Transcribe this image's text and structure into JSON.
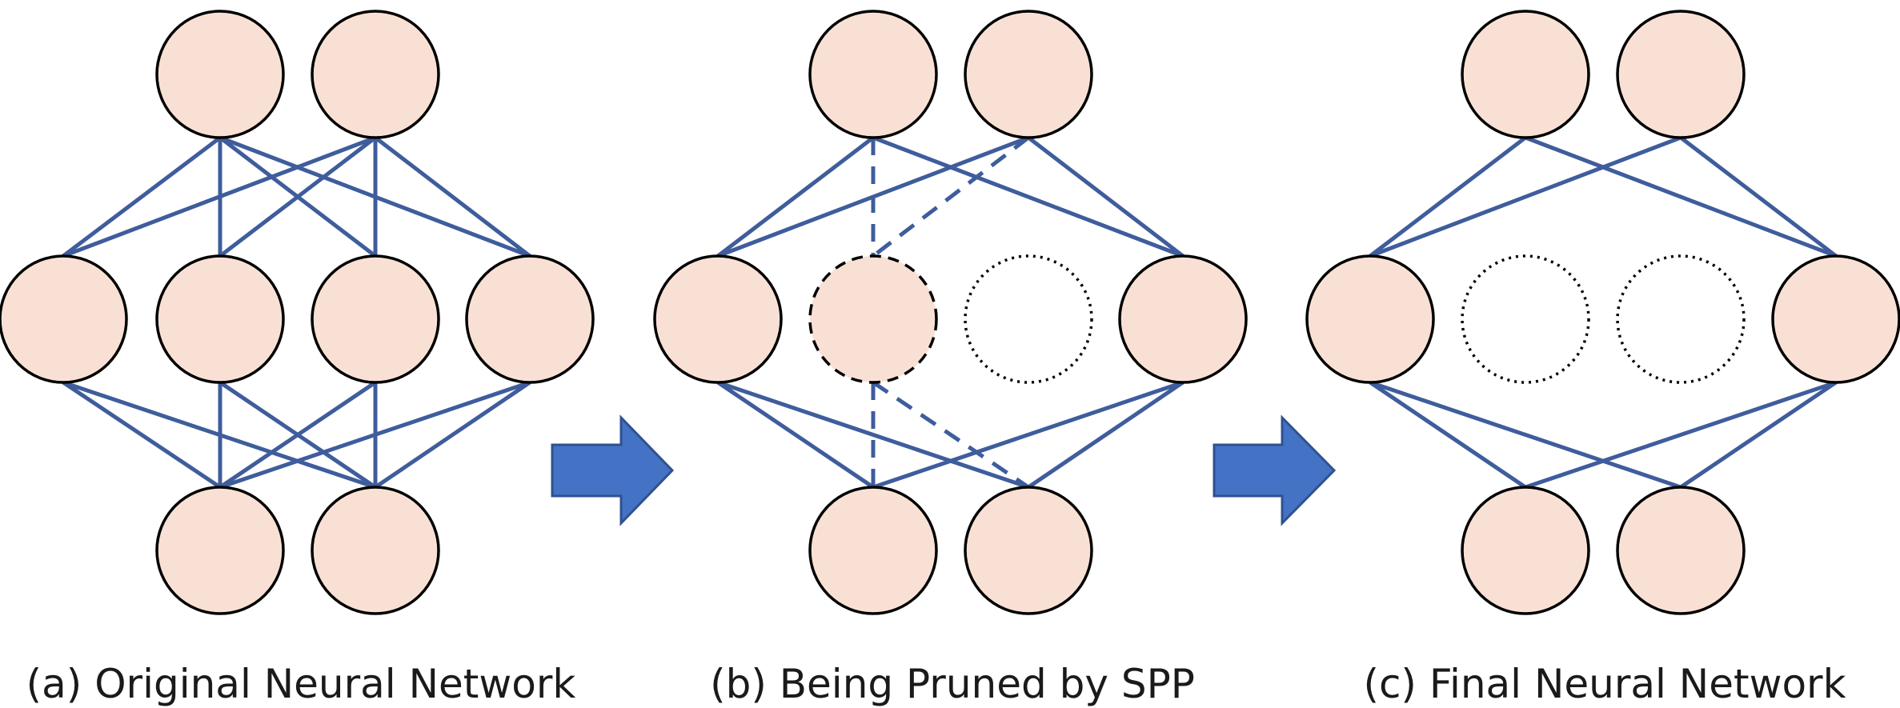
{
  "colors": {
    "node_fill": "#f8e1d4",
    "edge": "#3f5d9c",
    "arrow_fill": "#4472c4",
    "arrow_stroke": "#2f528f"
  },
  "panels": [
    {
      "id": "a",
      "caption": "(a) Original Neural Network",
      "layers": [
        [
          "active",
          "active"
        ],
        [
          "active",
          "active",
          "active",
          "active"
        ],
        [
          "active",
          "active"
        ]
      ]
    },
    {
      "id": "b",
      "caption": "(b) Being Pruned by SPP",
      "layers": [
        [
          "active",
          "active"
        ],
        [
          "active",
          "pruning",
          "removed",
          "active"
        ],
        [
          "active",
          "active"
        ]
      ]
    },
    {
      "id": "c",
      "caption": "(c) Final Neural Network",
      "layers": [
        [
          "active",
          "active"
        ],
        [
          "active",
          "removed",
          "removed",
          "active"
        ],
        [
          "active",
          "active"
        ]
      ]
    }
  ],
  "arrows": [
    {
      "from": "a",
      "to": "b",
      "icon": "right-block-arrow"
    },
    {
      "from": "b",
      "to": "c",
      "icon": "right-block-arrow"
    }
  ]
}
